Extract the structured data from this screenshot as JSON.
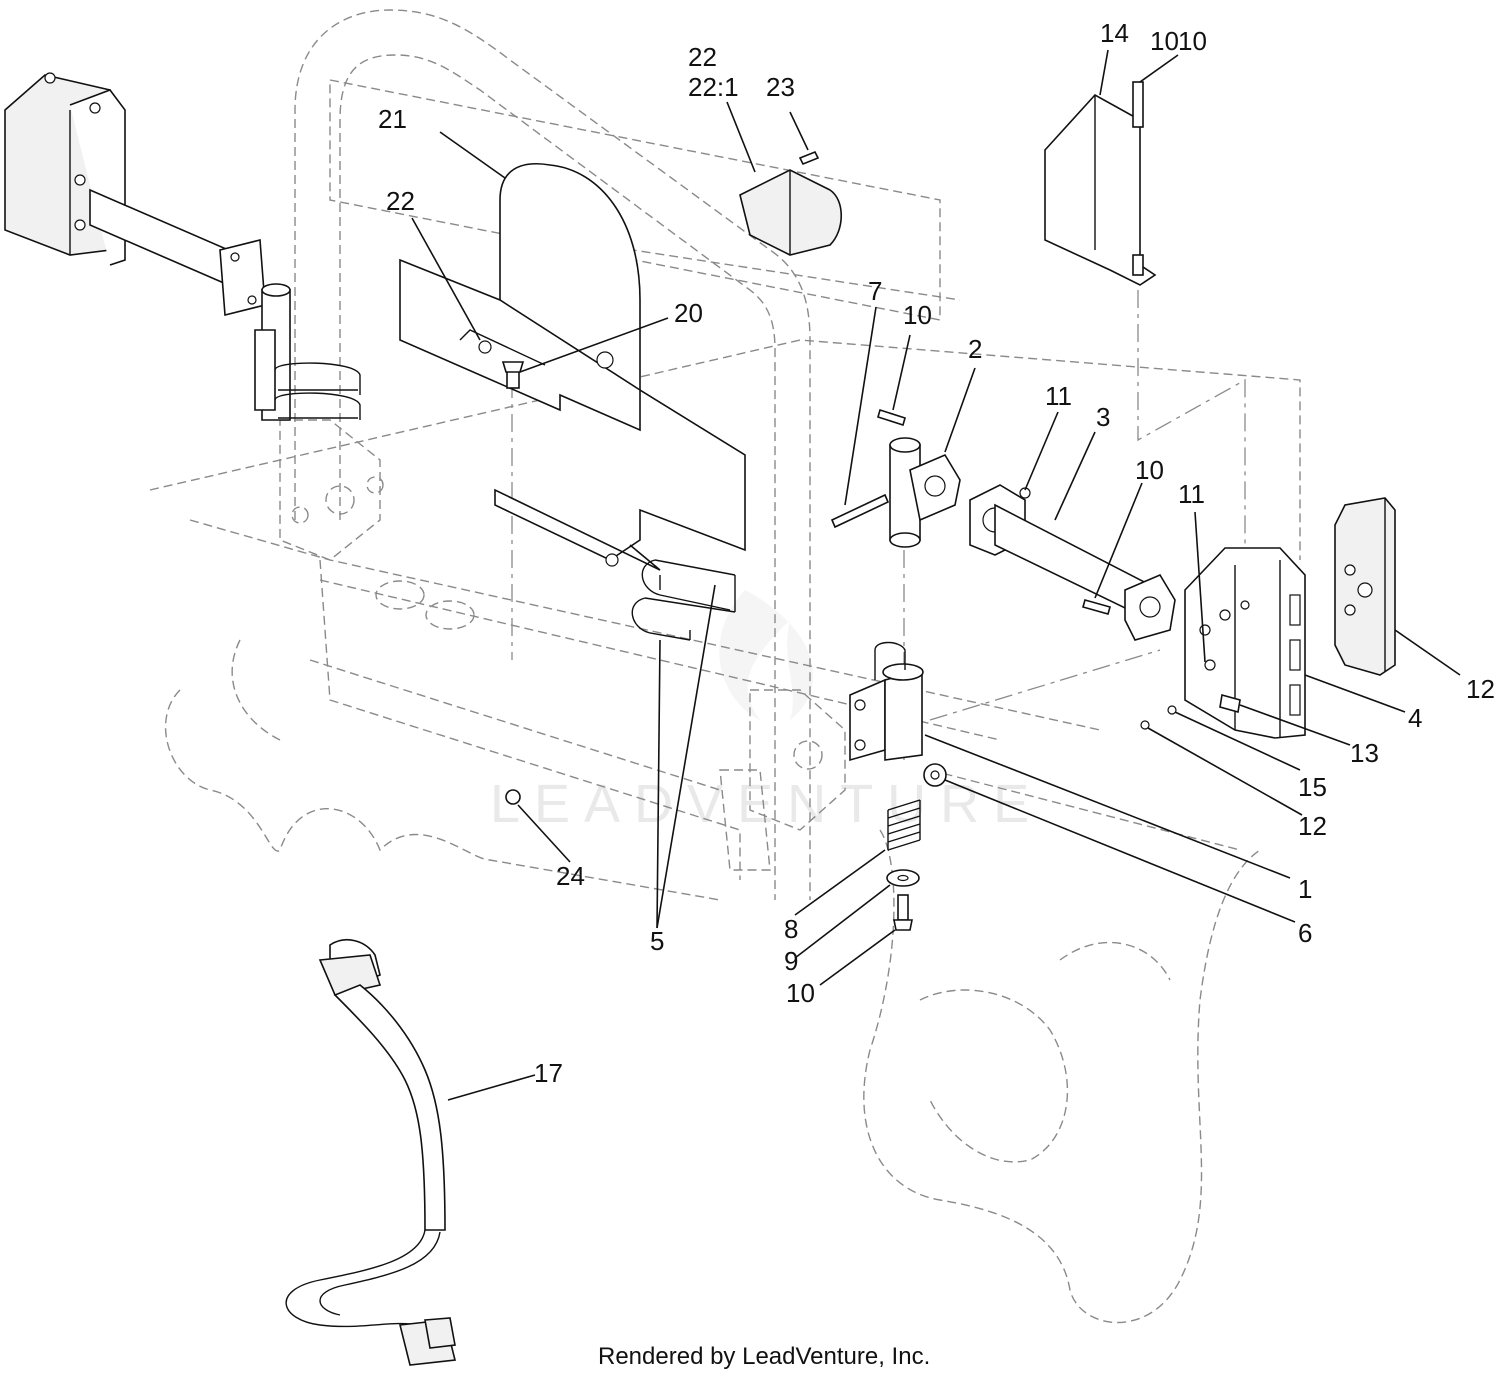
{
  "diagram": {
    "footer": "Rendered by LeadVenture, Inc.",
    "watermark": "LEADVENTURE",
    "callouts": [
      "1",
      "2",
      "3",
      "4",
      "5",
      "6",
      "7",
      "8",
      "9",
      "10",
      "10",
      "10",
      "10",
      "10",
      "11",
      "11",
      "12",
      "12",
      "13",
      "14",
      "15",
      "17",
      "20",
      "21",
      "22",
      "22",
      "22:1",
      "23",
      "24"
    ]
  }
}
